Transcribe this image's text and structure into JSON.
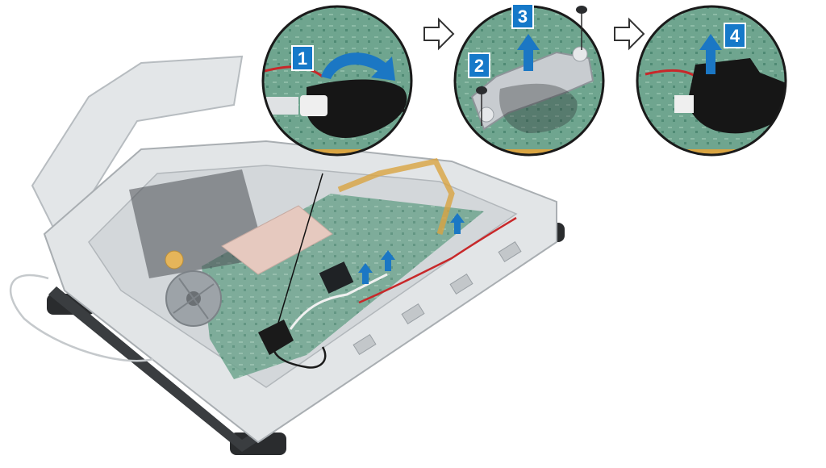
{
  "figure": {
    "kind": "laptop-disassembly-illustration",
    "steps": [
      {
        "number": "1",
        "action": "peel-tape",
        "arrow": "curved-arrow"
      },
      {
        "number": "2",
        "action": "remove-screw",
        "arrow": "none"
      },
      {
        "number": "3",
        "action": "lift-bracket",
        "arrow": "up-arrow"
      },
      {
        "number": "4",
        "action": "disconnect-cable",
        "arrow": "up-arrow"
      }
    ],
    "icons": [
      "hollow-right-arrow-icon",
      "up-arrow-icon",
      "curved-arrow-icon",
      "screw-icon"
    ],
    "colors": {
      "badge": "#1679c9",
      "arrow": "#1b77c4",
      "board": "#6aa08a",
      "chassis": "#d9dde0",
      "chassis_edge": "#9aa0a5",
      "tape": "#1a1a1a",
      "wire_red": "#c8282a"
    }
  }
}
